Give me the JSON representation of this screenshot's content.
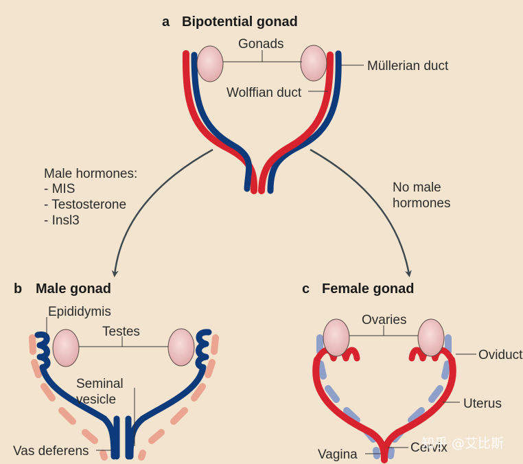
{
  "panels": {
    "a": {
      "letter": "a",
      "title": "Bipotential gonad"
    },
    "b": {
      "letter": "b",
      "title": "Male gonad"
    },
    "c": {
      "letter": "c",
      "title": "Female gonad"
    }
  },
  "labels": {
    "gonads": "Gonads",
    "mullerian_duct": "Müllerian duct",
    "wolffian_duct": "Wolffian duct",
    "male_hormones": {
      "heading": "Male hormones:",
      "items": [
        "- MIS",
        "- Testosterone",
        "- Insl3"
      ]
    },
    "no_male_hormones": [
      "No male",
      "hormones"
    ],
    "epididymis": "Epididymis",
    "testes": "Testes",
    "seminal_vesicle": [
      "Seminal",
      "vesicle"
    ],
    "vas_deferens": "Vas deferens",
    "ovaries": "Ovaries",
    "oviduct": "Oviduct",
    "uterus": "Uterus",
    "vagina": "Vagina",
    "cervix": "Cervix"
  },
  "watermark": "知乎 @艾比斯",
  "colors": {
    "background": "#f3e4cf",
    "mullerian_red": "#d8232e",
    "wolffian_blue": "#0d3a7a",
    "gonad_pink": "#ecc2c1",
    "regressed_blue": "#8e9fc9",
    "regressed_salmon": "#eba490",
    "arrow_gray": "#3e4a4f"
  }
}
